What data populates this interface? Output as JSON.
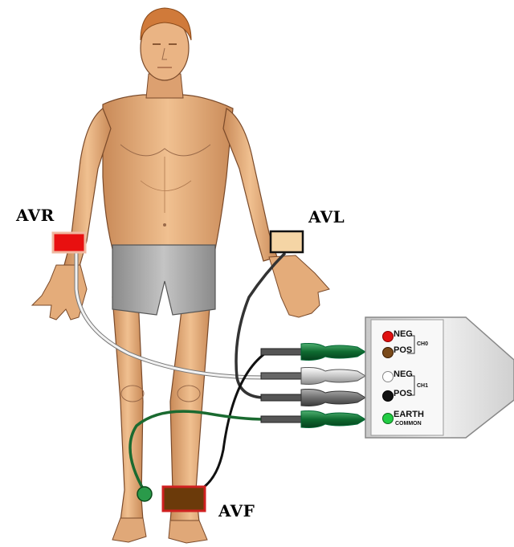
{
  "leads": {
    "avr": "AVR",
    "avl": "AVL",
    "avf": "AVF"
  },
  "connector": {
    "ch0": {
      "label": "CH0",
      "neg": {
        "label": "NEG",
        "color": "#e01010"
      },
      "pos": {
        "label": "POS",
        "color": "#7a4a1a"
      }
    },
    "ch1": {
      "label": "CH1",
      "neg": {
        "label": "NEG",
        "color": "#ffffff"
      },
      "pos": {
        "label": "POS",
        "color": "#111111"
      }
    },
    "earth": {
      "label": "EARTH",
      "sublabel": "COMMON",
      "color": "#22cc44"
    }
  },
  "electrodes": {
    "avr_color": "#e81010",
    "avl_color": "#f5d5a5",
    "avf_color": "#6b3a0a"
  },
  "icons": [
    "human-figure",
    "electrode-pad",
    "lead-wire",
    "cable-connector-block"
  ]
}
